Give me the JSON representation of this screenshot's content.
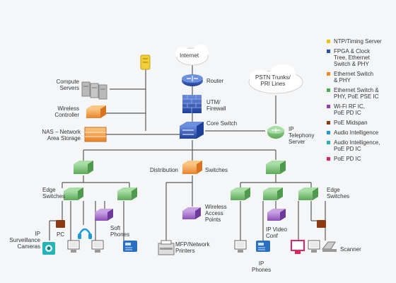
{
  "labels": {
    "internet": "Internet",
    "router": "Router",
    "utm": "UTM/\nFirewall",
    "core_switch": "Core Switch",
    "pstn": "PSTN Trunks/\nPRI Lines",
    "ip_telephony": "IP\nTelephony\nServer",
    "compute": "Compute\nServers",
    "wireless_controller": "Wireless\nController",
    "nas": "NAS – Network\nArea Storage",
    "distribution": "Distribution",
    "switches": "Switches",
    "edge_left": "Edge\nSwitches",
    "edge_right": "Edge\nSwitches",
    "wap": "Wireless\nAccess\nPoints",
    "soft_phones": "Soft\nPhones",
    "pc": "PC",
    "ip_cameras": "IP\nSurveillance\nCameras",
    "mfp": "MFP/Network\nPrinters",
    "ip_video": "IP Video\nConf",
    "ip_phones": "IP\nPhones",
    "scanner": "Scanner"
  },
  "legend": [
    {
      "label": "NTP/Timing Server",
      "color": "#e8c21a"
    },
    {
      "label": "FPGA & Clock\nTree, Ethernet\nSwitch & PHY",
      "color": "#2a4fb0"
    },
    {
      "label": "Ethernet Switch\n& PHY",
      "color": "#f08a24"
    },
    {
      "label": "Ethernet Switch &\nPHY, PoE PSE IC",
      "color": "#4caf50"
    },
    {
      "label": "Wi-Fi RF IC,\nPoE PD IC",
      "color": "#8e3fb5"
    },
    {
      "label": "PoE Midspan",
      "color": "#8b3a12"
    },
    {
      "label": "Audio Intelligence",
      "color": "#1e9ad6"
    },
    {
      "label": "Audio Intelligence,\nPoE PD IC",
      "color": "#26b3b8"
    },
    {
      "label": "PoE PD IC",
      "color": "#e0245e"
    }
  ],
  "colors": {
    "line": "#5a5a5a",
    "green": "#7cc47a",
    "orange": "#f5a04a",
    "purple": "#a06cc8",
    "blue": "#3560c0",
    "yellow": "#f2cf3a",
    "brown": "#8b3a12",
    "teal": "#26b3b8",
    "pink": "#e0245e",
    "skyblue": "#1e9ad6"
  }
}
